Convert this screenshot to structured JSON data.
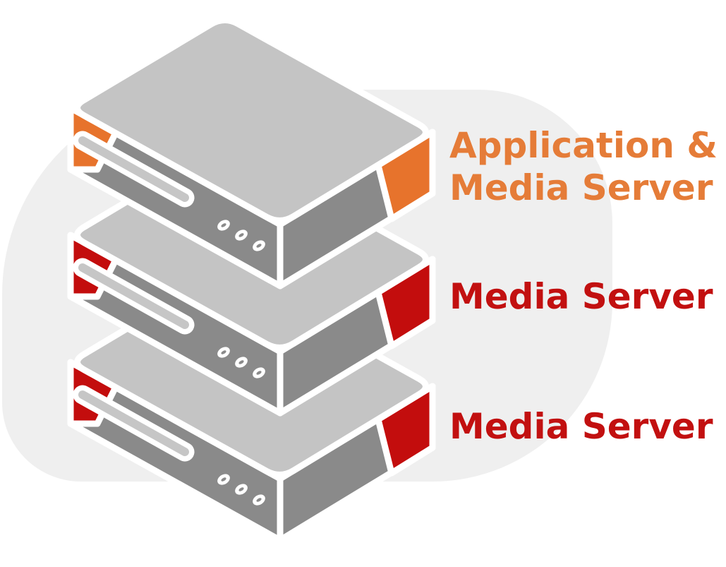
{
  "diagram": {
    "background": {
      "page_color": "#FFFFFF",
      "blob_color": "#EFEFEF"
    },
    "palette": {
      "top_face": "#C4C4C4",
      "front_face": "#8A8A8A",
      "outline": "#FFFFFF",
      "slot_inner": "#C6C6C6",
      "dot_inner": "#8A8A8A"
    },
    "servers": [
      {
        "id": "application-media-server",
        "label": "Application &\nMedia Server",
        "accent_color": "#E7732C",
        "label_color": "#E57C38"
      },
      {
        "id": "media-server-upper",
        "label": "Media Server",
        "accent_color": "#C30D0D",
        "label_color": "#C21010"
      },
      {
        "id": "media-server-lower",
        "label": "Media Server",
        "accent_color": "#C30D0D",
        "label_color": "#C21010"
      }
    ]
  }
}
